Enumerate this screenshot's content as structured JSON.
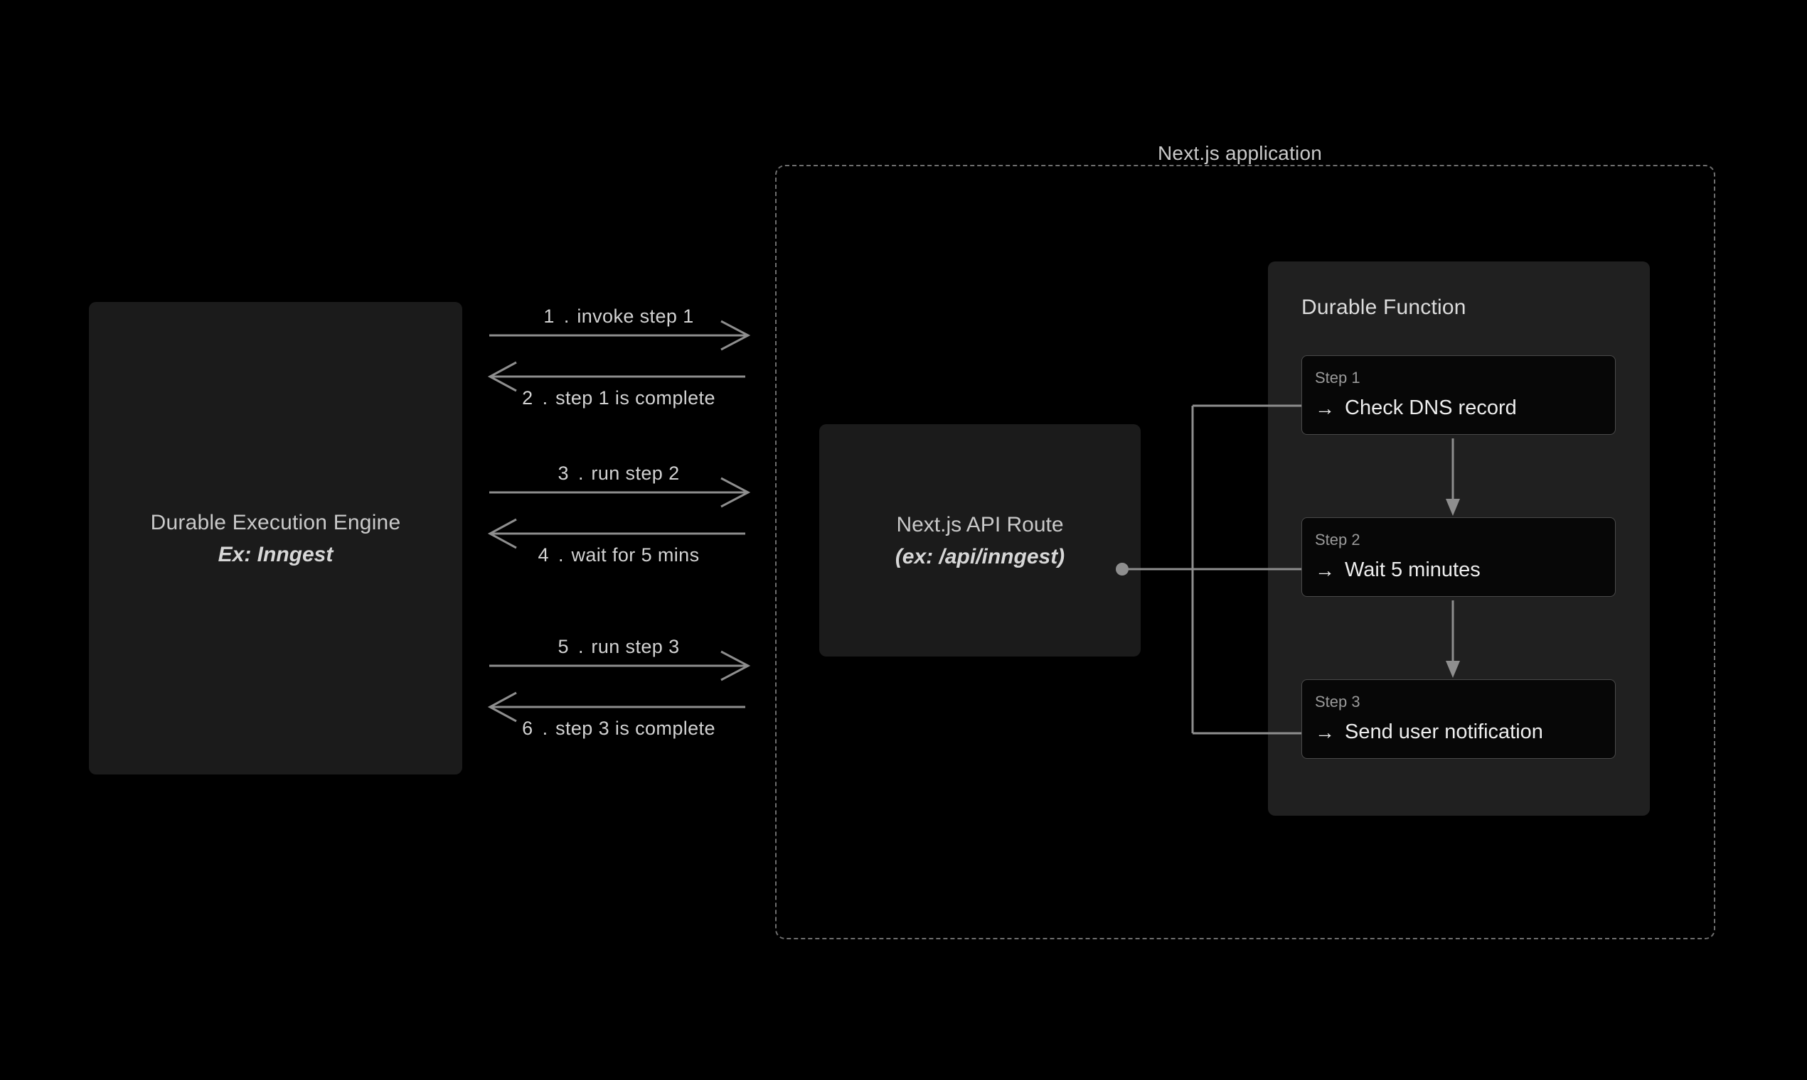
{
  "canvas": {
    "background": "#000000",
    "line_color": "#8e8e8e",
    "dash_color": "#6e6e6e",
    "text_primary": "#dcdcdc",
    "text_muted": "#9a9a9a",
    "panel_bg": "#202020",
    "box_bg": "#1b1b1b",
    "card_bg": "#070707"
  },
  "engine": {
    "title": "Durable Execution Engine",
    "subtitle": "Ex: Inngest"
  },
  "app": {
    "title": "Next.js application"
  },
  "api_route": {
    "title": "Next.js API Route",
    "subtitle": "(ex: /api/inngest)"
  },
  "durable_function": {
    "title": "Durable Function",
    "steps": [
      {
        "label": "Step 1",
        "arrow": "→",
        "action": "Check DNS record"
      },
      {
        "label": "Step 2",
        "arrow": "→",
        "action": "Wait 5 minutes"
      },
      {
        "label": "Step 3",
        "arrow": "→",
        "action": "Send user notification"
      }
    ]
  },
  "sequence": {
    "messages": [
      {
        "num": "1 .",
        "text": "invoke step 1",
        "direction": "right",
        "position": "above"
      },
      {
        "num": "2 .",
        "text": "step 1 is complete",
        "direction": "left",
        "position": "below"
      },
      {
        "num": "3 .",
        "text": "run step 2",
        "direction": "right",
        "position": "above"
      },
      {
        "num": "4 .",
        "text": "wait for 5 mins",
        "direction": "left",
        "position": "below"
      },
      {
        "num": "5 .",
        "text": "run step 3",
        "direction": "right",
        "position": "above"
      },
      {
        "num": "6 .",
        "text": "step 3 is complete",
        "direction": "left",
        "position": "below"
      }
    ]
  }
}
